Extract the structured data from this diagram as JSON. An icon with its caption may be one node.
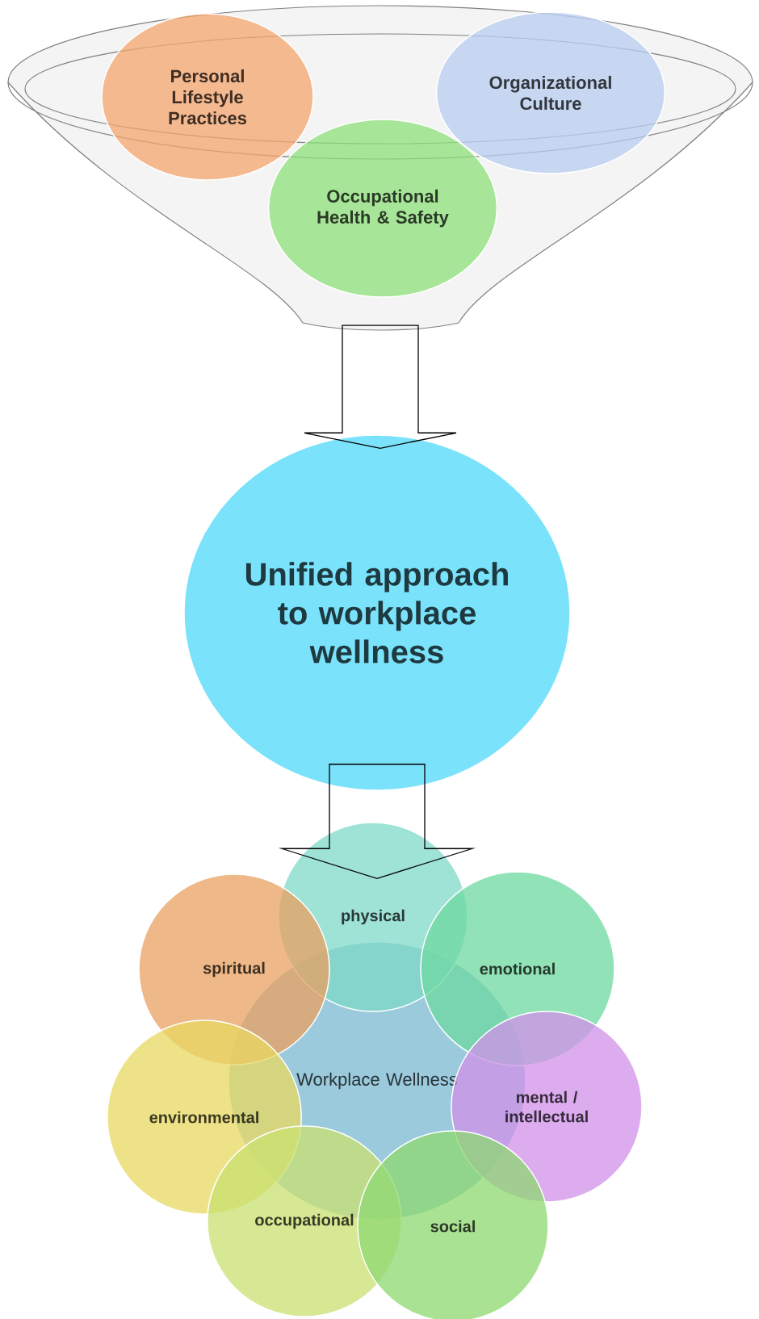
{
  "diagram": {
    "nodes": [
      {
        "text": [],
        "shape": "funnel"
      },
      {
        "text": [
          "Personal Lifestyle Practices"
        ],
        "in": 0
      },
      {
        "text": [
          "Organizational Culture"
        ],
        "in": 0
      },
      {
        "text": [
          "Occupational Health & Safety"
        ],
        "in": 0
      },
      {
        "text": [
          "Unified approach to workplace wellness"
        ]
      },
      {
        "text": [
          "physical"
        ]
      },
      {
        "text": [
          "spiritual"
        ]
      },
      {
        "text": [
          "emotional"
        ]
      },
      {
        "text": [
          "Workplace Wellness"
        ]
      },
      {
        "text": [
          "environmental"
        ]
      },
      {
        "text": [
          "mental / intellectual"
        ]
      },
      {
        "text": [
          "occupational"
        ]
      },
      {
        "text": [
          "social"
        ]
      }
    ],
    "edges": [
      {
        "from": 0,
        "to": 4,
        "arrow": "to"
      },
      {
        "from": 4,
        "to": 5,
        "arrow": "to"
      }
    ]
  }
}
